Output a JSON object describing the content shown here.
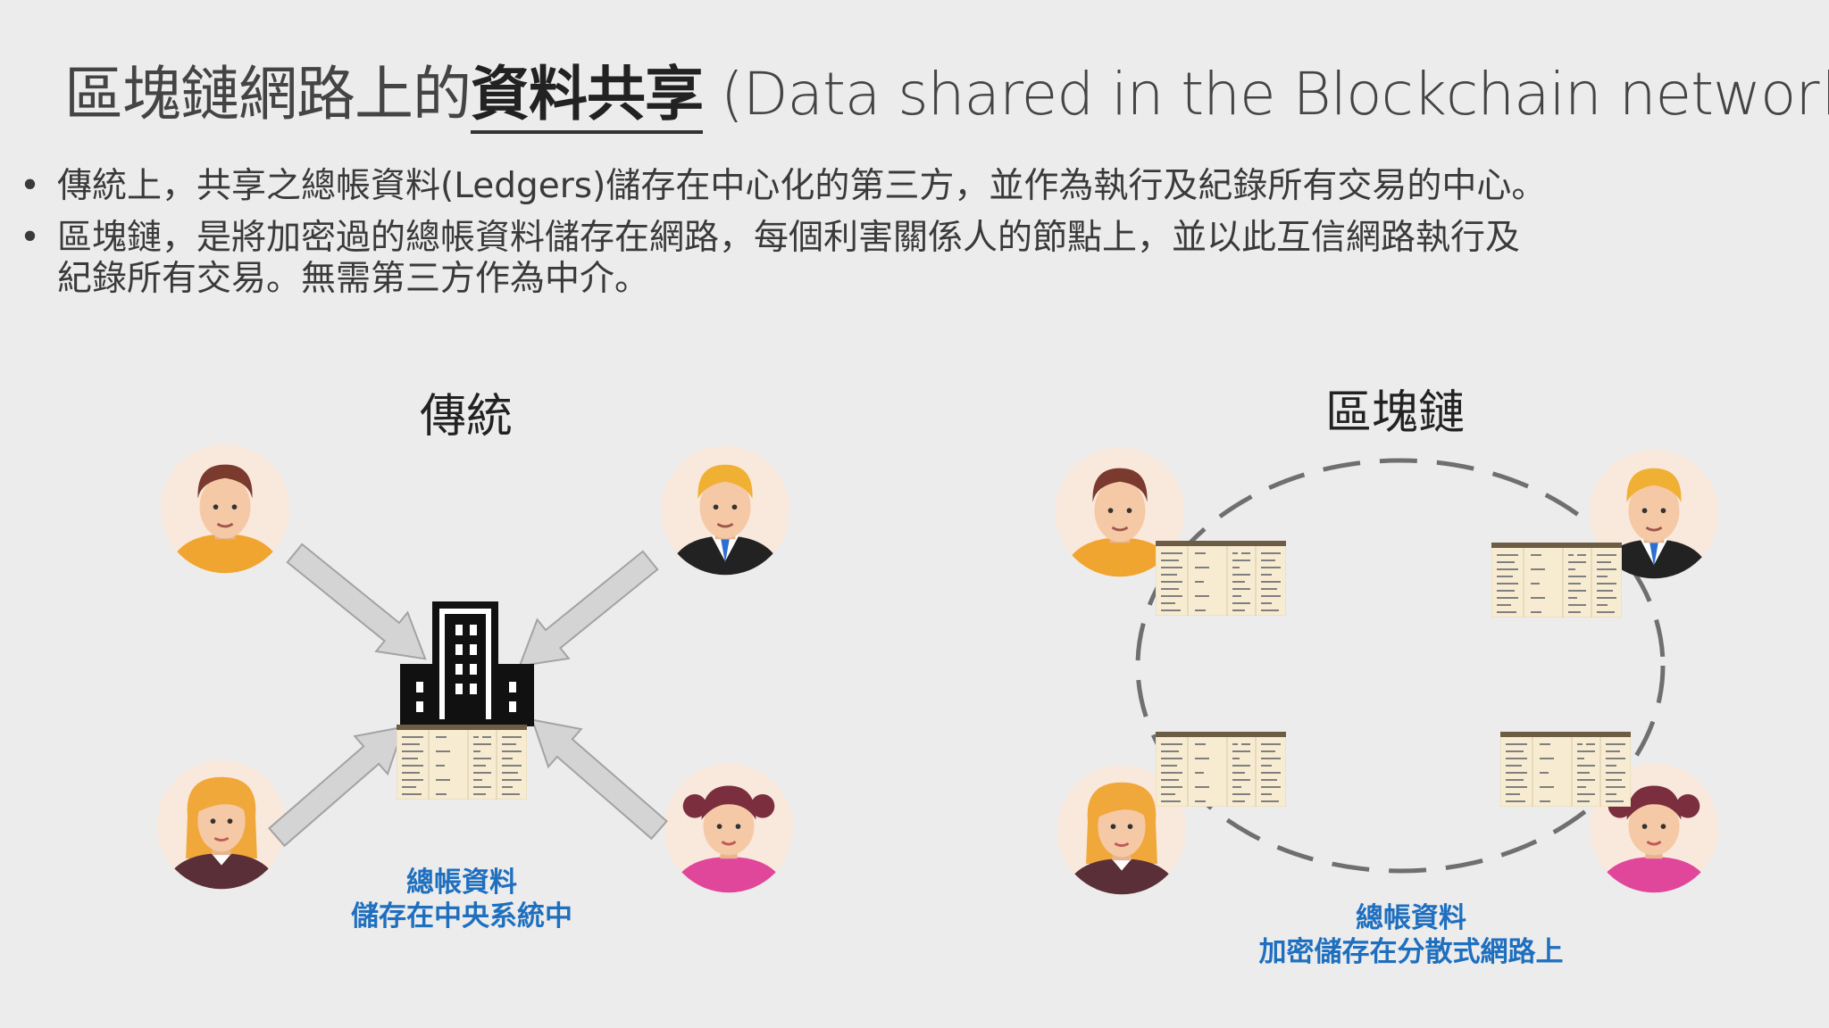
{
  "title": {
    "part1": "區塊鏈網路上的",
    "part2": "資料共享",
    "part3": " (Data shared in the Blockchain network)"
  },
  "bullets": [
    {
      "dot": "•",
      "line1": "傳統上，共享之總帳資料(Ledgers)儲存在中心化的第三方，並作為執行及紀錄所有交易的中心。",
      "line2": ""
    },
    {
      "dot": "•",
      "line1": "區塊鏈，是將加密過的總帳資料儲存在網路，每個利害關係人的節點上，並以此互信網路執行及",
      "line2": "紀錄所有交易。無需第三方作為中介。"
    }
  ],
  "left": {
    "heading": "傳統",
    "caption_line1": "總帳資料",
    "caption_line2": "儲存在中央系統中"
  },
  "right": {
    "heading": "區塊鏈",
    "caption_line1": "總帳資料",
    "caption_line2": "加密儲存在分散式網路上"
  },
  "colors": {
    "background": "#ececec",
    "caption": "#1f6fbf",
    "arrow_fill": "#d4d4d4",
    "arrow_stroke": "#a3a3a3",
    "ring": "#6f6f6f"
  }
}
